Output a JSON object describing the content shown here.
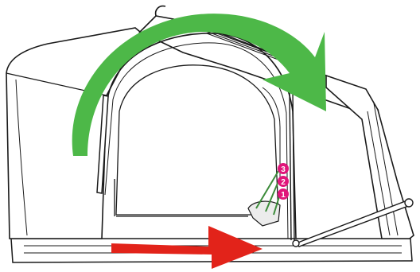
{
  "colors": {
    "outline": "#1a1a1a",
    "fill_shell": "#ffffff",
    "fill_light": "#f2f2f2",
    "arrow_green": "#4db848",
    "arrow_red": "#e2231a",
    "badge": "#e0157a",
    "strap_green": "#3c8c3a"
  },
  "badges": [
    {
      "id": "step-3",
      "label": "3"
    },
    {
      "id": "step-2",
      "label": "2"
    },
    {
      "id": "step-1",
      "label": "1"
    }
  ],
  "icons": {
    "rotate_arrow": "curved-arrow-clockwise",
    "slide_arrow": "arrow-right"
  }
}
